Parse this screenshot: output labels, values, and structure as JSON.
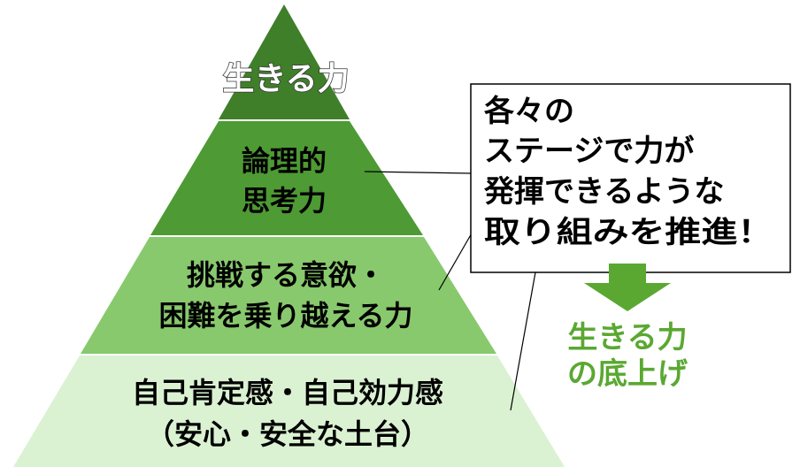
{
  "pyramid": {
    "top": {
      "lines": [
        "生きる力"
      ],
      "color": "#3f7f2a"
    },
    "tier2": {
      "lines": [
        "論理的",
        "思考力"
      ],
      "color": "#4e9a34"
    },
    "tier3": {
      "lines": [
        "挑戦する意欲・",
        "困難を乗り越える力"
      ],
      "color": "#88c96d"
    },
    "tier4": {
      "lines": [
        "自己肯定感・自己効力感",
        "（安心・安全な土台）"
      ],
      "color": "#daf2d2"
    }
  },
  "callout": {
    "lines": [
      "各々の",
      "ステージで力が",
      "発揮できるような",
      "取り組みを推進！"
    ],
    "border_color": "#000000"
  },
  "result": {
    "lines": [
      "生きる力",
      "の底上げ"
    ],
    "color": "#5aa832",
    "arrow_color": "#5aa832"
  },
  "connector_color": "#000000"
}
